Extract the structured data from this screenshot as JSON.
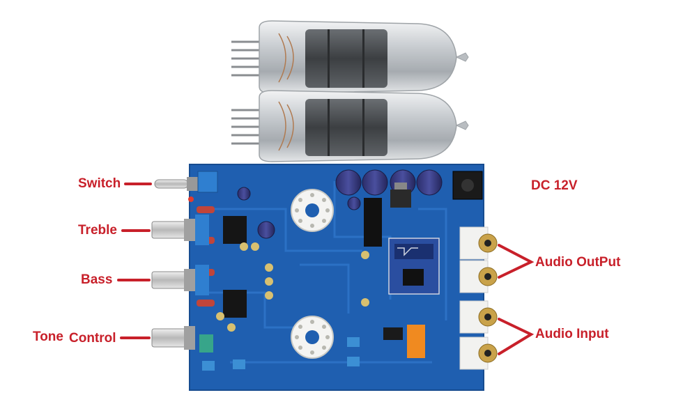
{
  "labels": {
    "switch": "Switch",
    "treble": "Treble",
    "bass": "Bass",
    "tone_word1": "Tone",
    "tone_word2": "Control",
    "dc": "DC 12V",
    "audio_output": "Audio OutPut",
    "audio_input": "Audio Input"
  },
  "colors": {
    "annotation": "#c8202a",
    "pcb": "#1f5fb0",
    "pcb_edge": "#174c90",
    "tube_glass": "#d9dde0",
    "tube_plate": "#55585c"
  }
}
